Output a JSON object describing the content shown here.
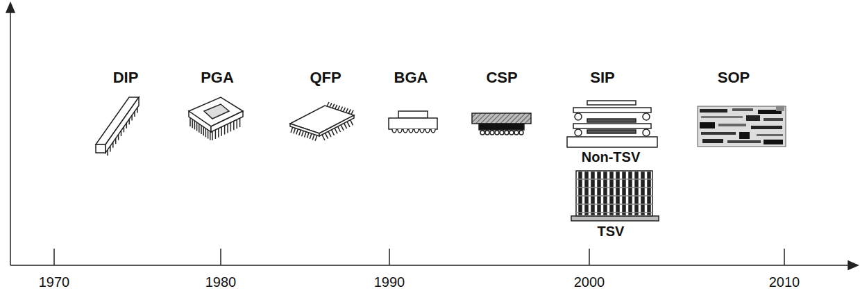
{
  "diagram": {
    "labels": [
      "DIP",
      "PGA",
      "QFP",
      "BGA",
      "CSP",
      "SIP",
      "SOP",
      "Non-TSV",
      "TSV",
      "1970",
      "1980",
      "1990",
      "2000",
      "2010"
    ]
  }
}
